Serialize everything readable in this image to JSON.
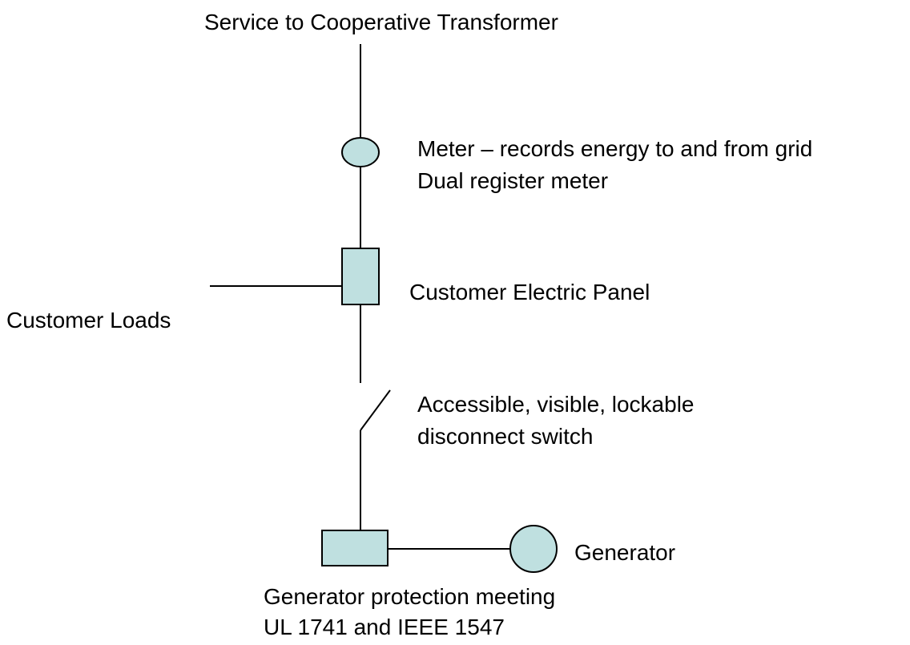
{
  "colors": {
    "component_fill": "#bfe0e0",
    "line": "#000000",
    "text": "#000000",
    "background": "#ffffff"
  },
  "labels": {
    "service": "Service to Cooperative Transformer",
    "meter_line1": "Meter – records energy to and from grid",
    "meter_line2": "Dual register meter",
    "panel": "Customer Electric Panel",
    "loads": "Customer Loads",
    "switch_line1": "Accessible, visible, lockable",
    "switch_line2": "disconnect switch",
    "generator": "Generator",
    "protection_line1": "Generator protection meeting",
    "protection_line2": "UL 1741 and IEEE 1547"
  }
}
